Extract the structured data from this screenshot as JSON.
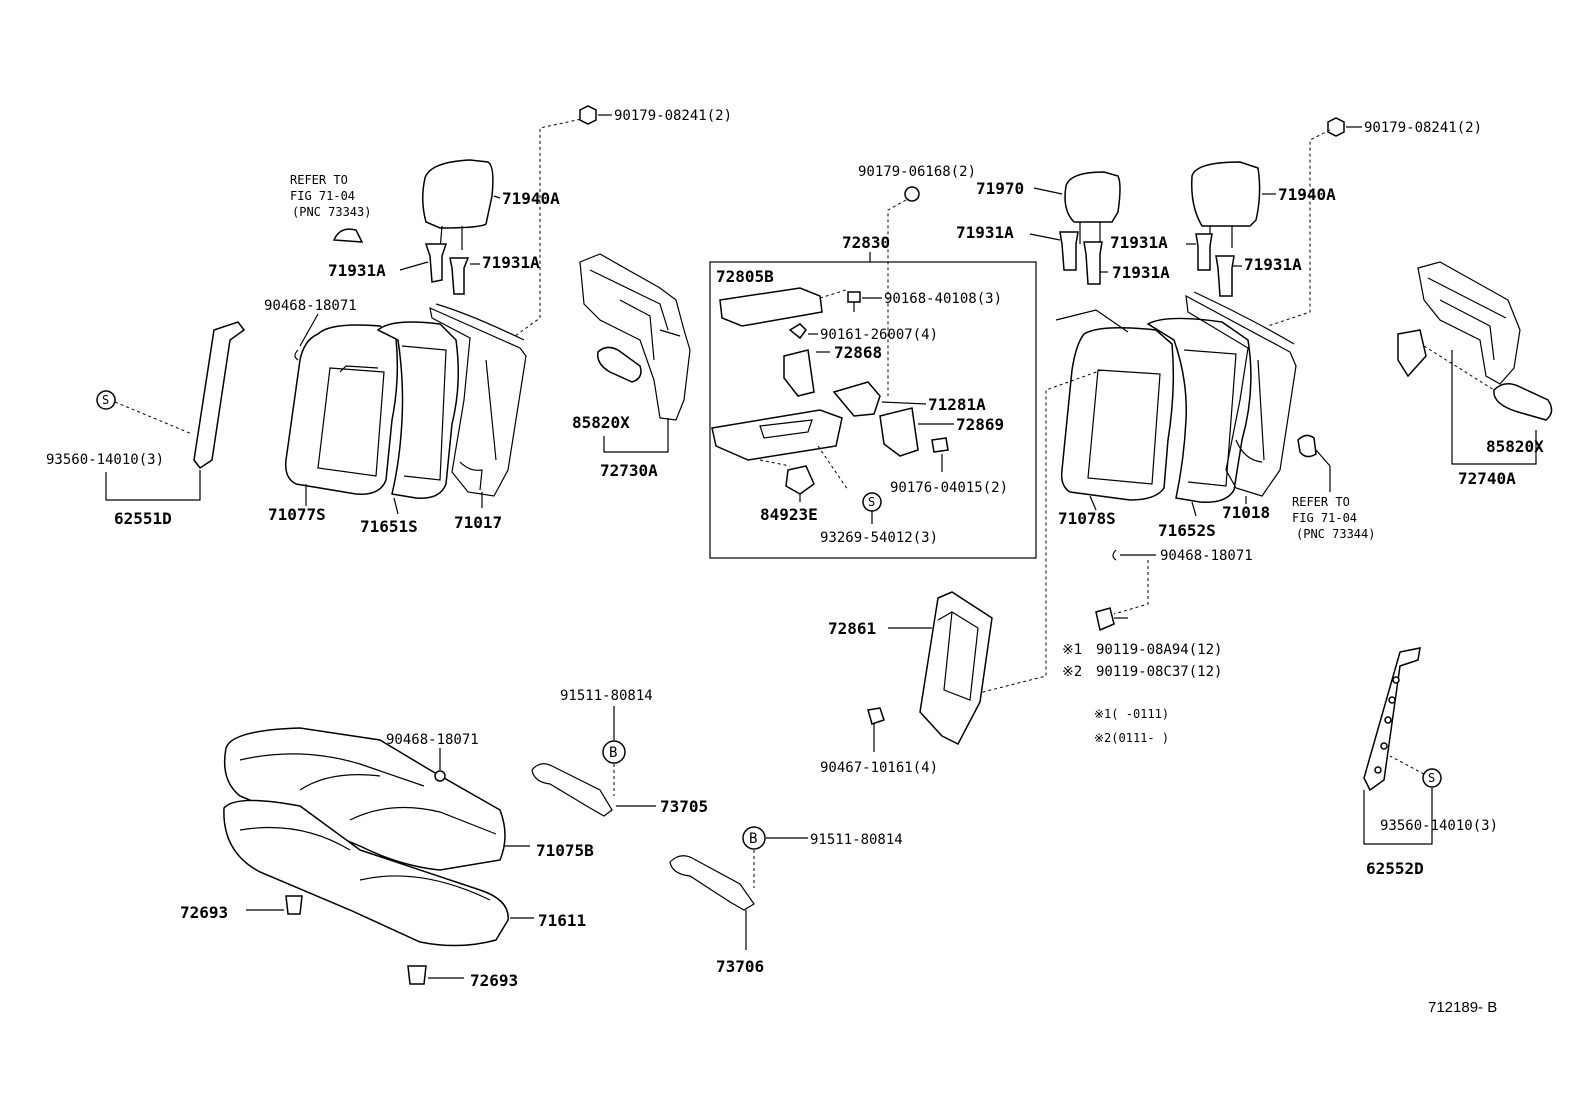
{
  "diagram_id": "712189- B",
  "labels": {
    "l1": "90179-08241(2)",
    "l2": "90179-08241(2)",
    "l3": "90179-06168(2)",
    "l4": "71940A",
    "l5": "71940A",
    "l6": "71970",
    "l7": "71931A",
    "l8": "71931A",
    "l9": "71931A",
    "l10": "71931A",
    "l11": "71931A",
    "l12": "71931A",
    "l13": "90468-18071",
    "l14": "90468-18071",
    "l15": "90468-18071",
    "l16": "93560-14010(3)",
    "l17": "93560-14010(3)",
    "l18": "62551D",
    "l19": "62552D",
    "l20": "71077S",
    "l21": "71651S",
    "l22": "71017",
    "l23": "71078S",
    "l24": "71652S",
    "l25": "71018",
    "l26": "85820X",
    "l27": "85820X",
    "l28": "72730A",
    "l29": "72740A",
    "l30": "72830",
    "l31": "72805B",
    "l32": "90168-40108(3)",
    "l33": "90161-26007(4)",
    "l34": "72868",
    "l35": "71281A",
    "l36": "72869",
    "l37": "90176-04015(2)",
    "l38": "84923E",
    "l39": "93269-54012(3)",
    "l40": "72861",
    "l41": "90467-10161(4)",
    "l42": "90119-08A94(12)",
    "l43": "90119-08C37(12)",
    "l44": "91511-80814",
    "l45": "91511-80814",
    "l46": "73705",
    "l47": "73706",
    "l48": "71075B",
    "l49": "71611",
    "l50": "72693",
    "l51": "72693"
  },
  "notes": {
    "refer_left": [
      "REFER TO",
      "FIG 71-04",
      "(PNC 73343)"
    ],
    "refer_right": [
      "REFER TO",
      "FIG 71-04",
      "(PNC 73344)"
    ],
    "mark1": "※1",
    "mark2": "※2",
    "range1": "※1(      -0111)",
    "range2": "※2(0111-       )"
  },
  "symbols": {
    "s": "S",
    "b": "B"
  }
}
